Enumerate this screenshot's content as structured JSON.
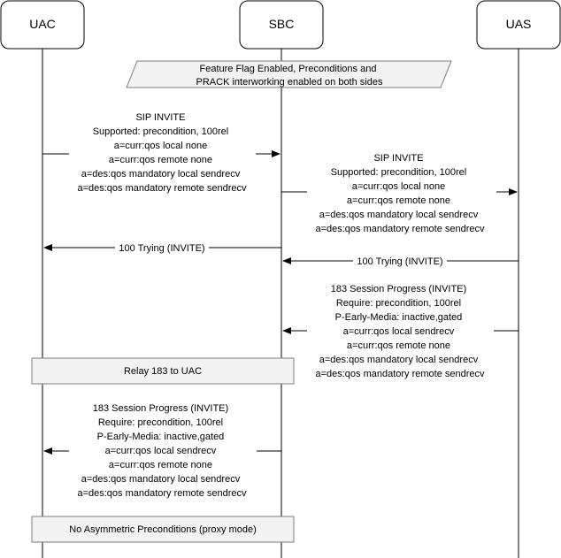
{
  "participants": [
    {
      "id": "uac",
      "label": "UAC"
    },
    {
      "id": "sbc",
      "label": "SBC"
    },
    {
      "id": "uas",
      "label": "UAS"
    }
  ],
  "notes": {
    "feature_flag": [
      "Feature Flag Enabled, Preconditions and",
      "PRACK interworking enabled on both sides"
    ],
    "relay": [
      "Relay 183 to UAC"
    ],
    "no_asym": [
      "No Asymmetric Preconditions (proxy mode)"
    ]
  },
  "messages": {
    "m1": [
      "SIP INVITE",
      "Supported: precondition, 100rel",
      "a=curr:qos local none",
      "a=curr:qos remote none",
      "a=des:qos mandatory local sendrecv",
      "a=des:qos mandatory remote sendrecv"
    ],
    "m2": [
      "SIP INVITE",
      "Supported: precondition, 100rel",
      "a=curr:qos local none",
      "a=curr:qos remote none",
      "a=des:qos mandatory local sendrecv",
      "a=des:qos mandatory remote sendrecv"
    ],
    "m3": [
      "100 Trying (INVITE)"
    ],
    "m4": [
      "100 Trying (INVITE)"
    ],
    "m5": [
      "183 Session Progress (INVITE)",
      "Require: precondition, 100rel",
      "P-Early-Media: inactive,gated",
      "a=curr:qos local sendrecv",
      "a=curr:qos remote none",
      "a=des:qos mandatory local sendrecv",
      "a=des:qos mandatory remote sendrecv"
    ],
    "m6": [
      "183 Session Progress (INVITE)",
      "Require: precondition, 100rel",
      "P-Early-Media: inactive,gated",
      "a=curr:qos local sendrecv",
      "a=curr:qos remote none",
      "a=des:qos mandatory local sendrecv",
      "a=des:qos mandatory remote sendrecv"
    ]
  },
  "colors": {
    "line": "#000000",
    "note_fill": "#f2f2f2",
    "note_border": "#7f7f7f"
  }
}
